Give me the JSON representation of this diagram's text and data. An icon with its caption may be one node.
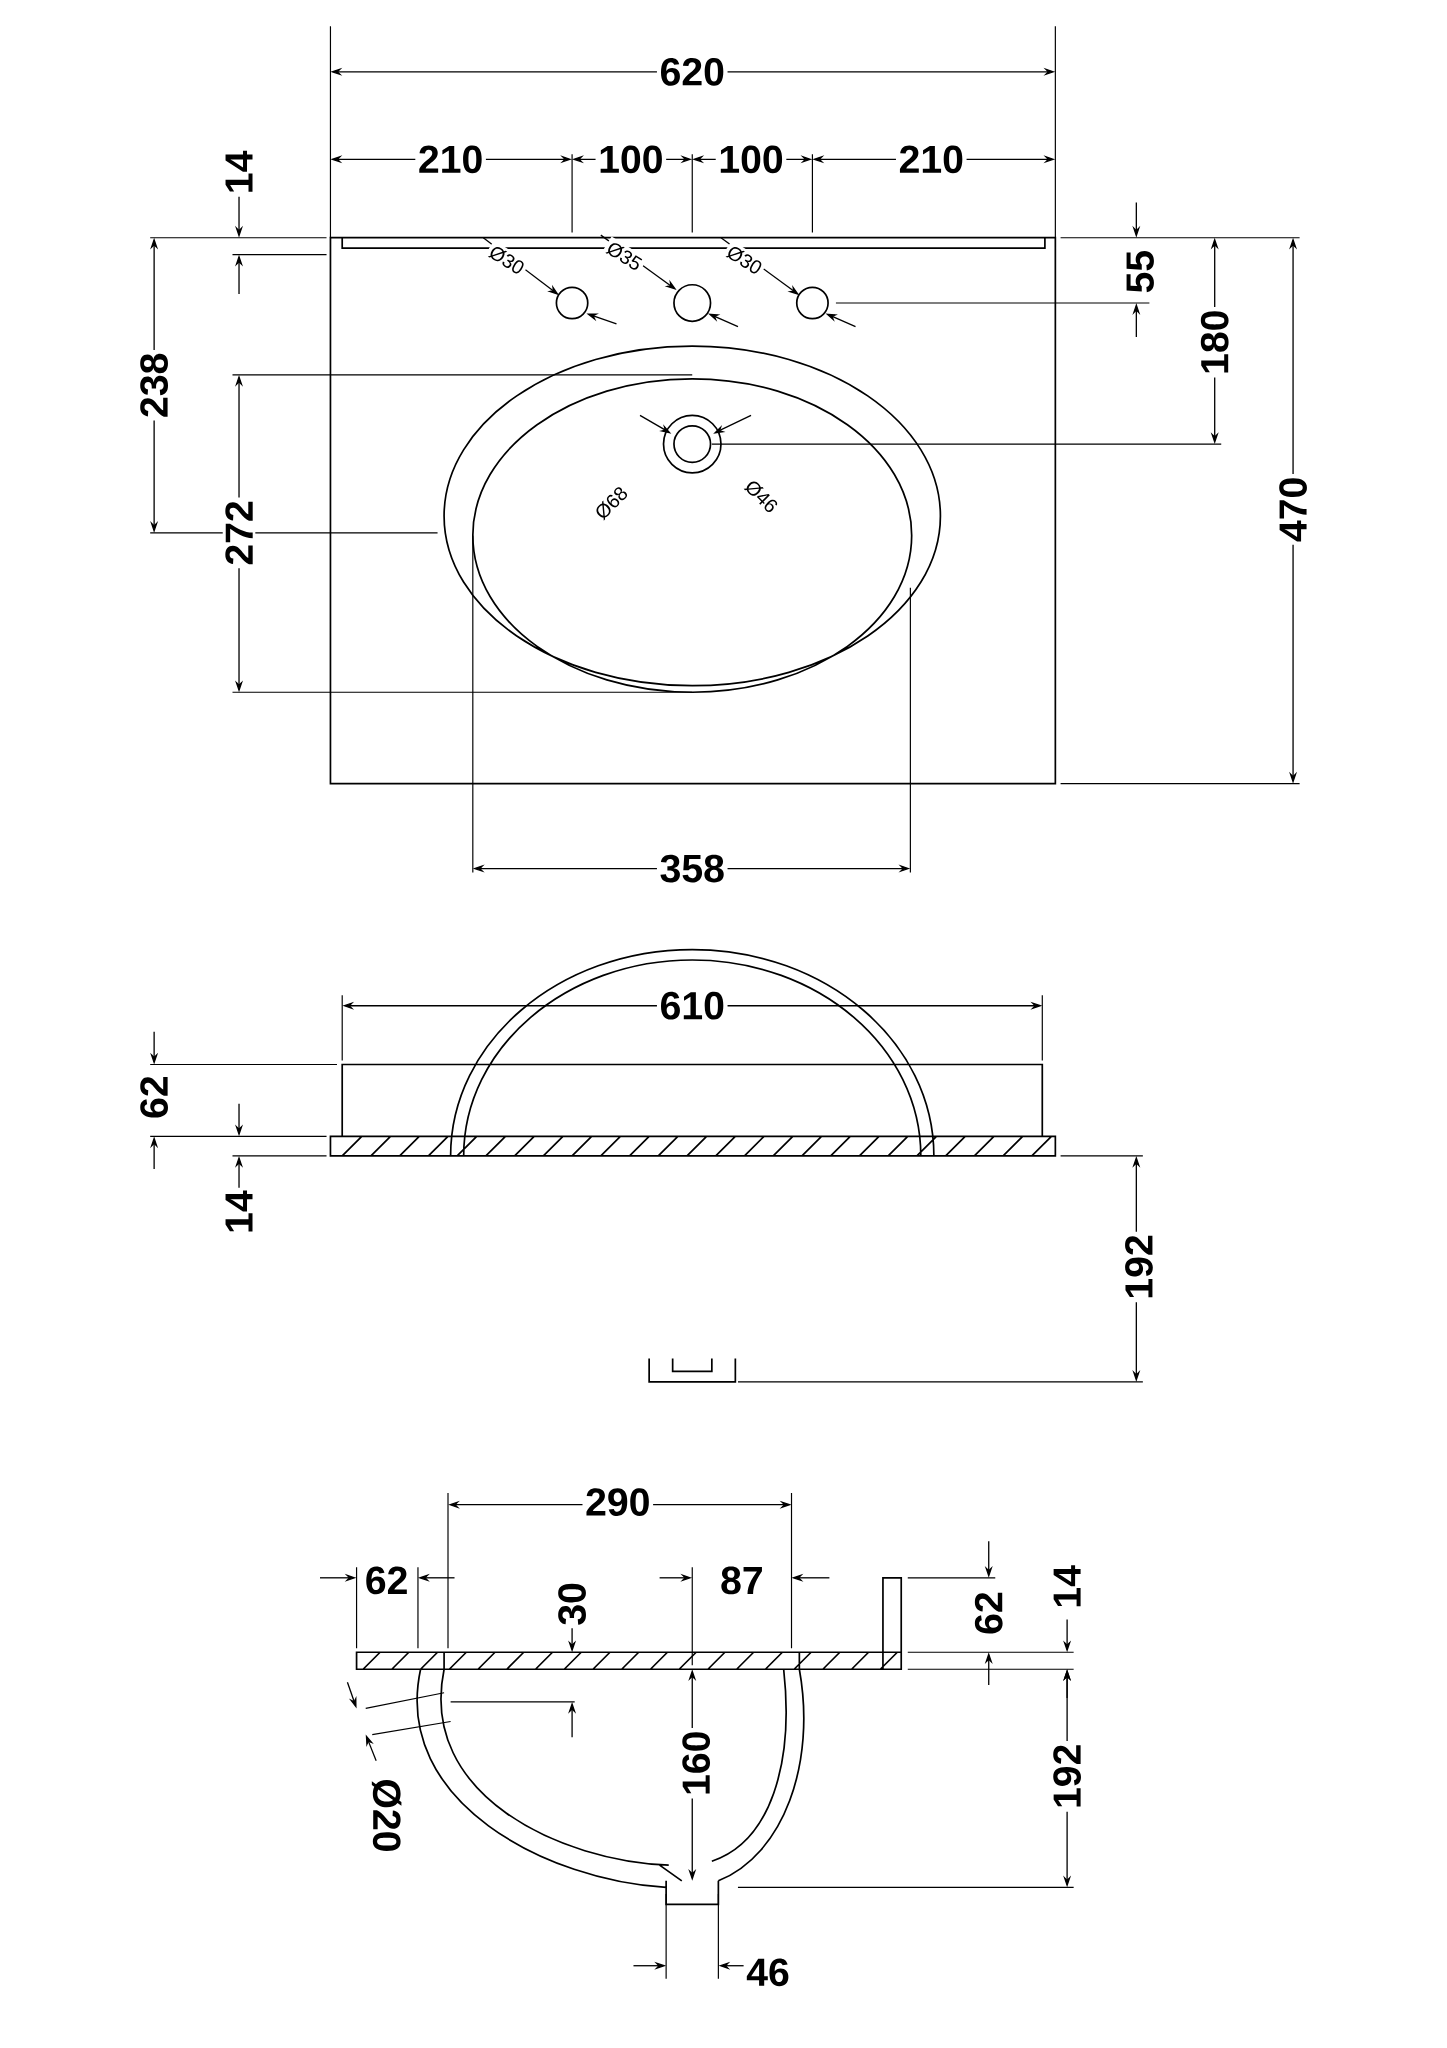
{
  "diagram": {
    "labels": [
      "620",
      "14",
      "210",
      "100",
      "100",
      "210",
      "Ø30",
      "Ø35",
      "Ø30",
      "55",
      "238",
      "180",
      "470",
      "Ø68",
      "Ø46",
      "272",
      "358",
      "610",
      "62",
      "14",
      "192",
      "290",
      "62",
      "30",
      "87",
      "62",
      "14",
      "160",
      "192",
      "Ø20",
      "46"
    ]
  }
}
